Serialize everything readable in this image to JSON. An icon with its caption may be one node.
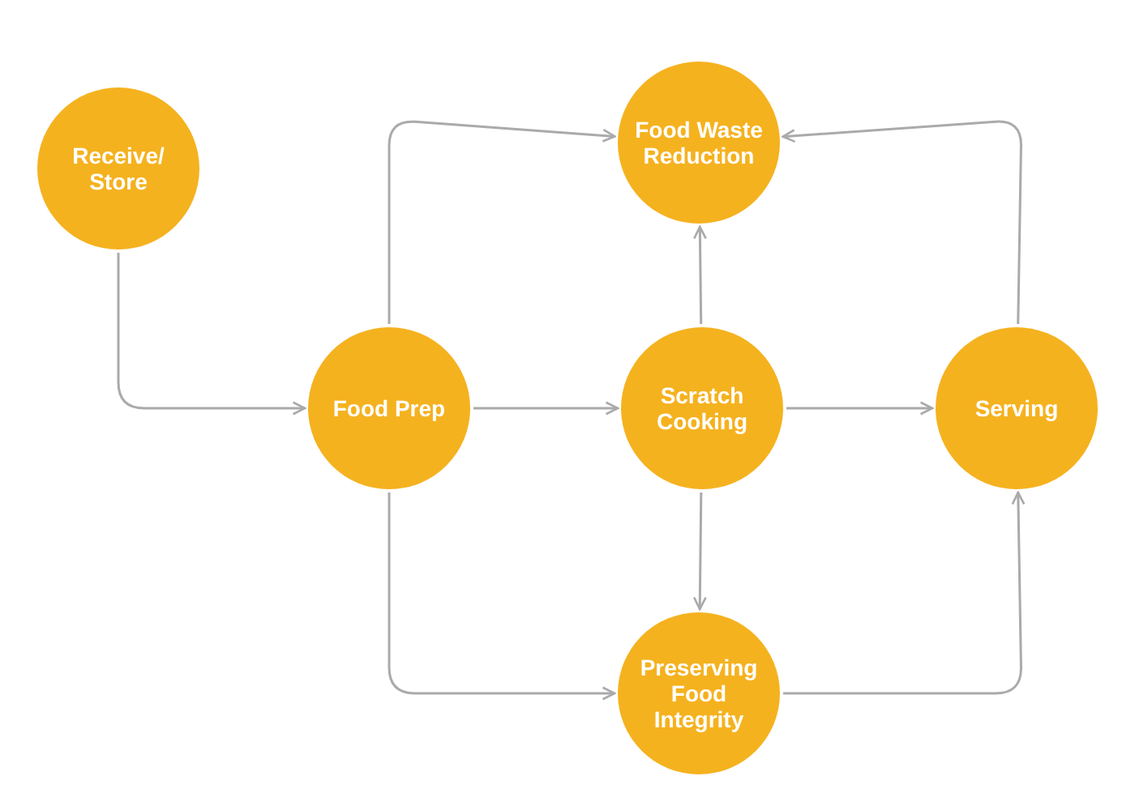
{
  "diagram": {
    "nodes": [
      {
        "text": [
          "Receive/ Store"
        ]
      },
      {
        "text": [
          "Food Prep"
        ]
      },
      {
        "text": [
          "Scratch Cooking"
        ]
      },
      {
        "text": [
          "Serving"
        ]
      },
      {
        "text": [
          "Food Waste Reduction"
        ]
      },
      {
        "text": [
          "Preserving Food Integrity"
        ]
      }
    ],
    "edges": [
      {
        "from": 0,
        "to": 1,
        "arrow": "to"
      },
      {
        "from": 1,
        "to": 2,
        "arrow": "to"
      },
      {
        "from": 2,
        "to": 3,
        "arrow": "to"
      },
      {
        "from": 2,
        "to": 4,
        "arrow": "to"
      },
      {
        "from": 2,
        "to": 5,
        "arrow": "to"
      },
      {
        "from": 1,
        "to": 4,
        "arrow": "to"
      },
      {
        "from": 1,
        "to": 5,
        "arrow": "to"
      },
      {
        "from": 5,
        "to": 3,
        "arrow": "to"
      },
      {
        "from": 3,
        "to": 4,
        "arrow": "to"
      }
    ]
  }
}
